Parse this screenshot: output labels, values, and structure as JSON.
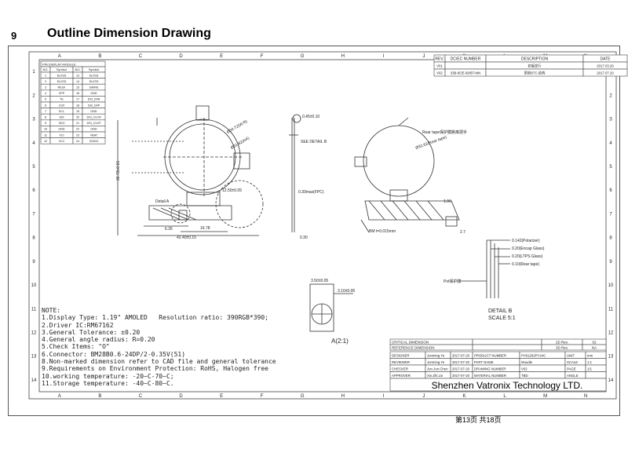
{
  "section": {
    "number": "9",
    "title": "Outline Dimension Drawing"
  },
  "col_letters": [
    "A",
    "B",
    "C",
    "D",
    "E",
    "F",
    "G",
    "H",
    "I",
    "J",
    "K",
    "L",
    "M",
    "N"
  ],
  "row_numbers": [
    "1",
    "2",
    "3",
    "4",
    "5",
    "6",
    "7",
    "8",
    "9",
    "10",
    "11",
    "12",
    "13",
    "14"
  ],
  "pin_table": {
    "title": "PIN DISPLAY MODULE",
    "headers": [
      "NO.",
      "Symbol",
      "NO.",
      "Symbol"
    ],
    "rows": [
      [
        "1",
        "ELVSS",
        "13",
        "ELVSS"
      ],
      [
        "2",
        "ELVSS",
        "14",
        "ELVSS"
      ],
      [
        "3",
        "RESX",
        "15",
        "SWIRE"
      ],
      [
        "4",
        "VPP",
        "16",
        "GND"
      ],
      [
        "5",
        "TE",
        "17",
        "DSI_D0N"
      ],
      [
        "6",
        "CSX",
        "18",
        "DSI_D0P"
      ],
      [
        "7",
        "SCL",
        "19",
        "GND"
      ],
      [
        "8",
        "SDI",
        "20",
        "DSI_CLKN"
      ],
      [
        "9",
        "SDO",
        "21",
        "DSI_CLKP"
      ],
      [
        "10",
        "GND",
        "22",
        "GND"
      ],
      [
        "11",
        "VCI",
        "23",
        "VBAT"
      ],
      [
        "12",
        "VCC",
        "24",
        "VDDIO"
      ]
    ]
  },
  "revision": {
    "headers": [
      "REV.",
      "DC/EC NUMBER",
      "DESCRIPTION",
      "DATE"
    ],
    "rows": [
      [
        "V01",
        "",
        "初版发行",
        "2017.03.20"
      ],
      [
        "V02",
        "33B-8OE-09/BT-MN",
        "更新BTC 结构",
        "2017.07.20"
      ]
    ]
  },
  "labels": {
    "see_detail_b": "SEE DETAIL B",
    "rear_tape": "Rear tape保护膜撕离把手",
    "pol_label": "Pol保护膜",
    "bm_label": "BM t=0.015mm",
    "detail_a": "Detail A",
    "view_a": "A(2:1)",
    "detail_b": "DETAIL B",
    "scale": "SCALE  5:1"
  },
  "dimensions": {
    "d1": "Ø34.72(W.R)",
    "d2": "Ø31.82(AA)",
    "d3": "Ø32.62(Rear tape)",
    "d4": "42.40±0.15",
    "d5": "12.50±0.05",
    "d6": "36.73±0.15",
    "d7": "0.45±0.10",
    "d8": "0.30max(FPC)",
    "d9": "0.142(Polarizer)",
    "d10": "0.20(Encap Glass)",
    "d11": "0.20(LTPS Glass)",
    "d12": "0.10(Rear tape)",
    "d13": "3.50±0.05",
    "d14": "3.10±0.05",
    "d15": "0.30",
    "d16": "6.35",
    "d17": "16.78",
    "d18": "1.90",
    "d19": "2.7"
  },
  "notes": {
    "title": "NOTE:",
    "items": [
      "1.Display Type: 1.19\" AMOLED   Resolution ratio: 390RGB*390;",
      "2.Driver IC:RM67162",
      "3.General Tolerance: ±0.20",
      "4.General angle radius: R=0.20",
      "5.Check Items: \"O\"",
      "6.Connector: BM28B0.6-24DP/2-0.35V(51)",
      "8.Non-marked dimension refer to CAD file and general tolerance",
      "9.Requirements on Environment Protection: RoHS, Halogen free",
      "10.working temperature: -20~C-70~C;",
      "11.Storage temperature: -40~C-80~C."
    ]
  },
  "title_block": {
    "critical": "CRITICAL DIMENSION",
    "reference": "REFERENCE DIMENSION",
    "rev_2d": "2D Rev.",
    "rev_2d_val": "02",
    "rev_3d": "3D Rev.",
    "rev_3d_val": "NA",
    "rows": [
      [
        "DESIGNER",
        "Junming.Ye",
        "2017-07-20",
        "PRODUCT NUMBER",
        "PV01202PY24C",
        "UNIT",
        "mm"
      ],
      [
        "REVIEWER",
        "Junming.Ye",
        "2017-07-20",
        "PART NAME",
        "Moudle",
        "SCALE",
        "1:1"
      ],
      [
        "CHECKER",
        "Jun.Jun.Chen",
        "2017-07-20",
        "DRAWING NUMBER",
        "V02",
        "PAGE",
        "1/1"
      ],
      [
        "APPROVER",
        "Xin.Zhi.Lin",
        "2017-07-20",
        "MATERIAL NUMBER",
        "TBD",
        "ANGLE",
        ""
      ]
    ],
    "company": "Shenzhen Vatronix Technology LTD."
  },
  "footer_text": "第13页 共18页"
}
